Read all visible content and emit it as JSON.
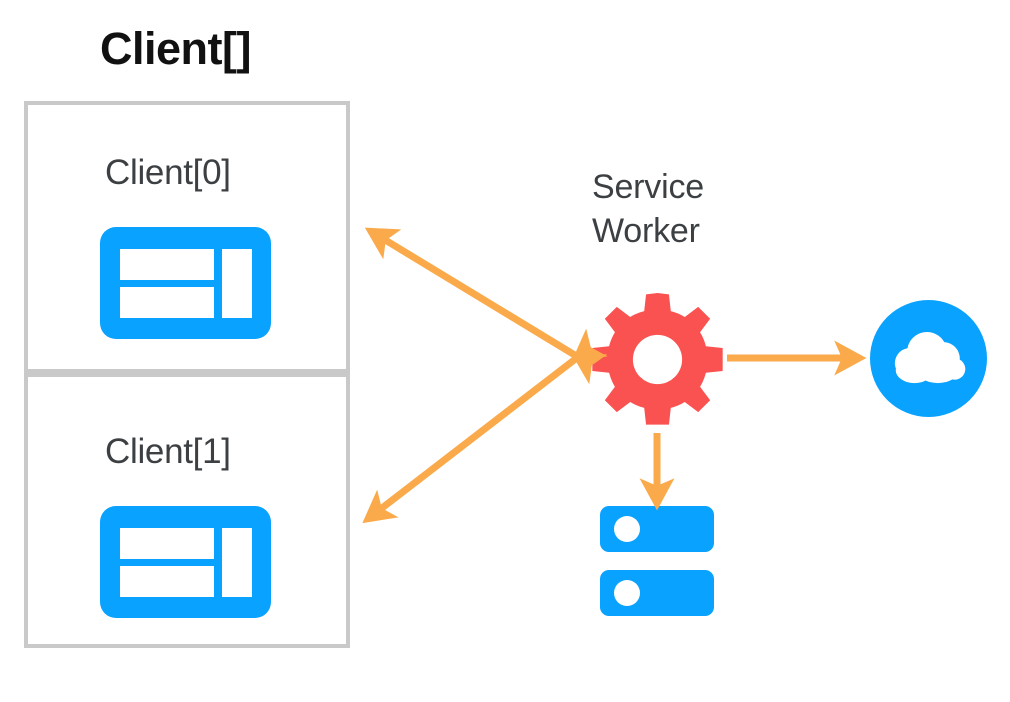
{
  "diagram": {
    "title": "Client[]",
    "background_color": "#ffffff",
    "colors": {
      "accent_blue": "#0aa2ff",
      "accent_red": "#fa5250",
      "accent_orange": "#faaa4b",
      "border_gray": "#c9c9c9",
      "text_dark": "#3c4043",
      "text_black": "#111111"
    },
    "clients": [
      {
        "label": "Client[0]",
        "icon": "browser-window-icon"
      },
      {
        "label": "Client[1]",
        "icon": "browser-window-icon"
      }
    ],
    "service_worker": {
      "label": "Service\nWorker",
      "icon": "gear-icon",
      "color": "#fa5250"
    },
    "network": {
      "label": "",
      "icon": "cloud-icon",
      "color": "#0aa2ff"
    },
    "storage": {
      "label": "",
      "icon": "database-icon",
      "color": "#0aa2ff"
    },
    "connections": [
      {
        "name": "service-worker-to-client-0",
        "from": "service-worker",
        "to": "client-0",
        "style": "double-headed",
        "color": "#faaa4b"
      },
      {
        "name": "service-worker-to-client-1",
        "from": "service-worker",
        "to": "client-1",
        "style": "double-headed",
        "color": "#faaa4b"
      },
      {
        "name": "service-worker-to-network",
        "from": "service-worker",
        "to": "network",
        "style": "single-headed",
        "color": "#faaa4b"
      },
      {
        "name": "service-worker-to-storage",
        "from": "service-worker",
        "to": "storage",
        "style": "single-headed",
        "color": "#faaa4b"
      }
    ]
  }
}
